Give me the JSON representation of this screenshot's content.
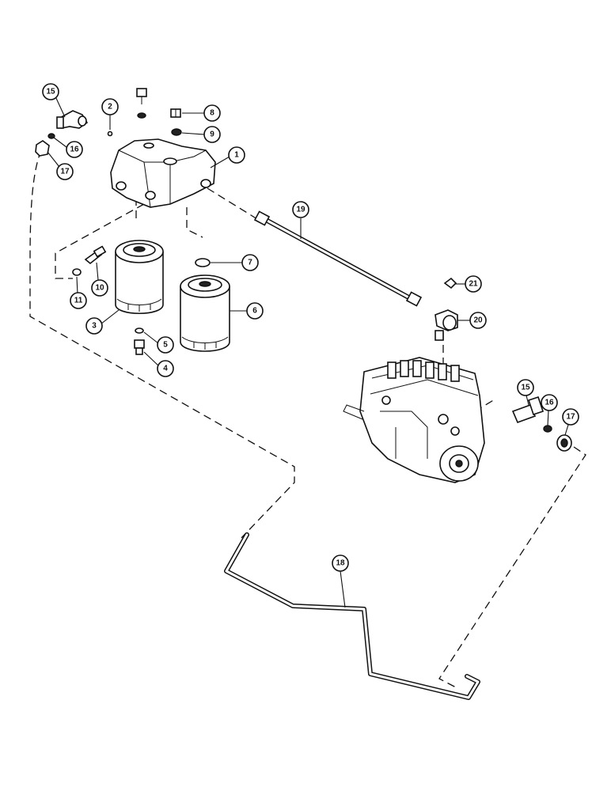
{
  "callouts": [
    {
      "id": "c1",
      "label": "1"
    },
    {
      "id": "c2",
      "label": "2"
    },
    {
      "id": "c3",
      "label": "3"
    },
    {
      "id": "c4",
      "label": "4"
    },
    {
      "id": "c5",
      "label": "5"
    },
    {
      "id": "c6",
      "label": "6"
    },
    {
      "id": "c7",
      "label": "7"
    },
    {
      "id": "c8",
      "label": "8"
    },
    {
      "id": "c9",
      "label": "9"
    },
    {
      "id": "c10",
      "label": "10"
    },
    {
      "id": "c11",
      "label": "11"
    },
    {
      "id": "c15a",
      "label": "15"
    },
    {
      "id": "c16a",
      "label": "16"
    },
    {
      "id": "c17a",
      "label": "17"
    },
    {
      "id": "c15b",
      "label": "15"
    },
    {
      "id": "c16b",
      "label": "16"
    },
    {
      "id": "c17b",
      "label": "17"
    },
    {
      "id": "c18",
      "label": "18"
    },
    {
      "id": "c19",
      "label": "19"
    },
    {
      "id": "c20",
      "label": "20"
    },
    {
      "id": "c21",
      "label": "21"
    }
  ]
}
